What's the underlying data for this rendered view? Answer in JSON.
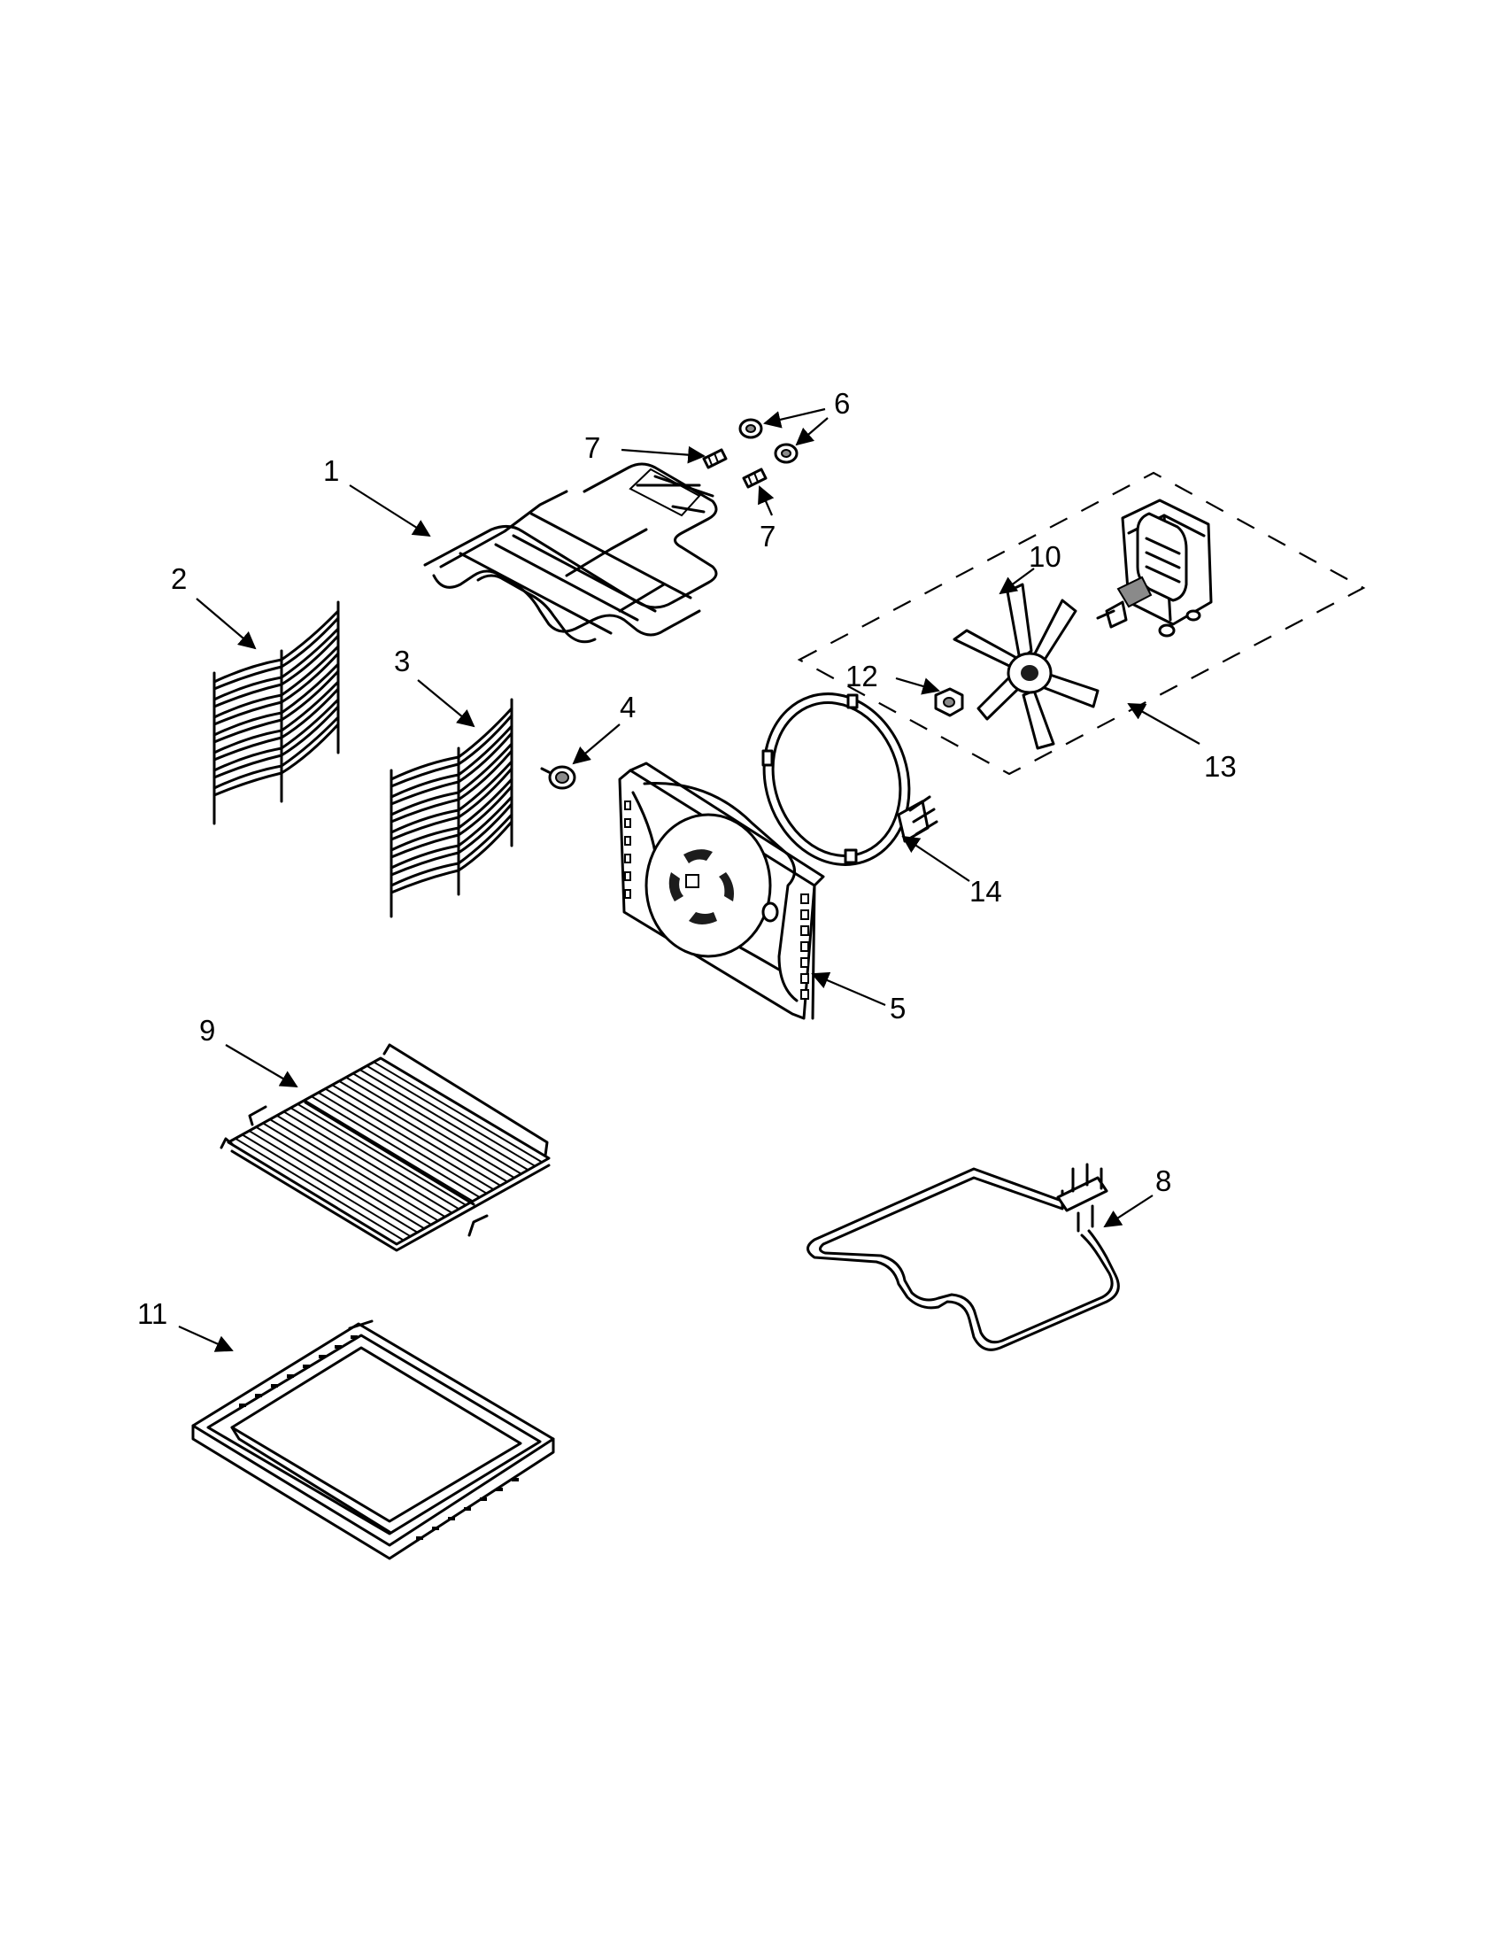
{
  "diagram": {
    "callouts": {
      "c1": "1",
      "c2": "2",
      "c3": "3",
      "c4": "4",
      "c5": "5",
      "c6": "6",
      "c7a": "7",
      "c7b": "7",
      "c8": "8",
      "c9": "9",
      "c10": "10",
      "c11": "11",
      "c12": "12",
      "c13": "13",
      "c14": "14"
    }
  }
}
